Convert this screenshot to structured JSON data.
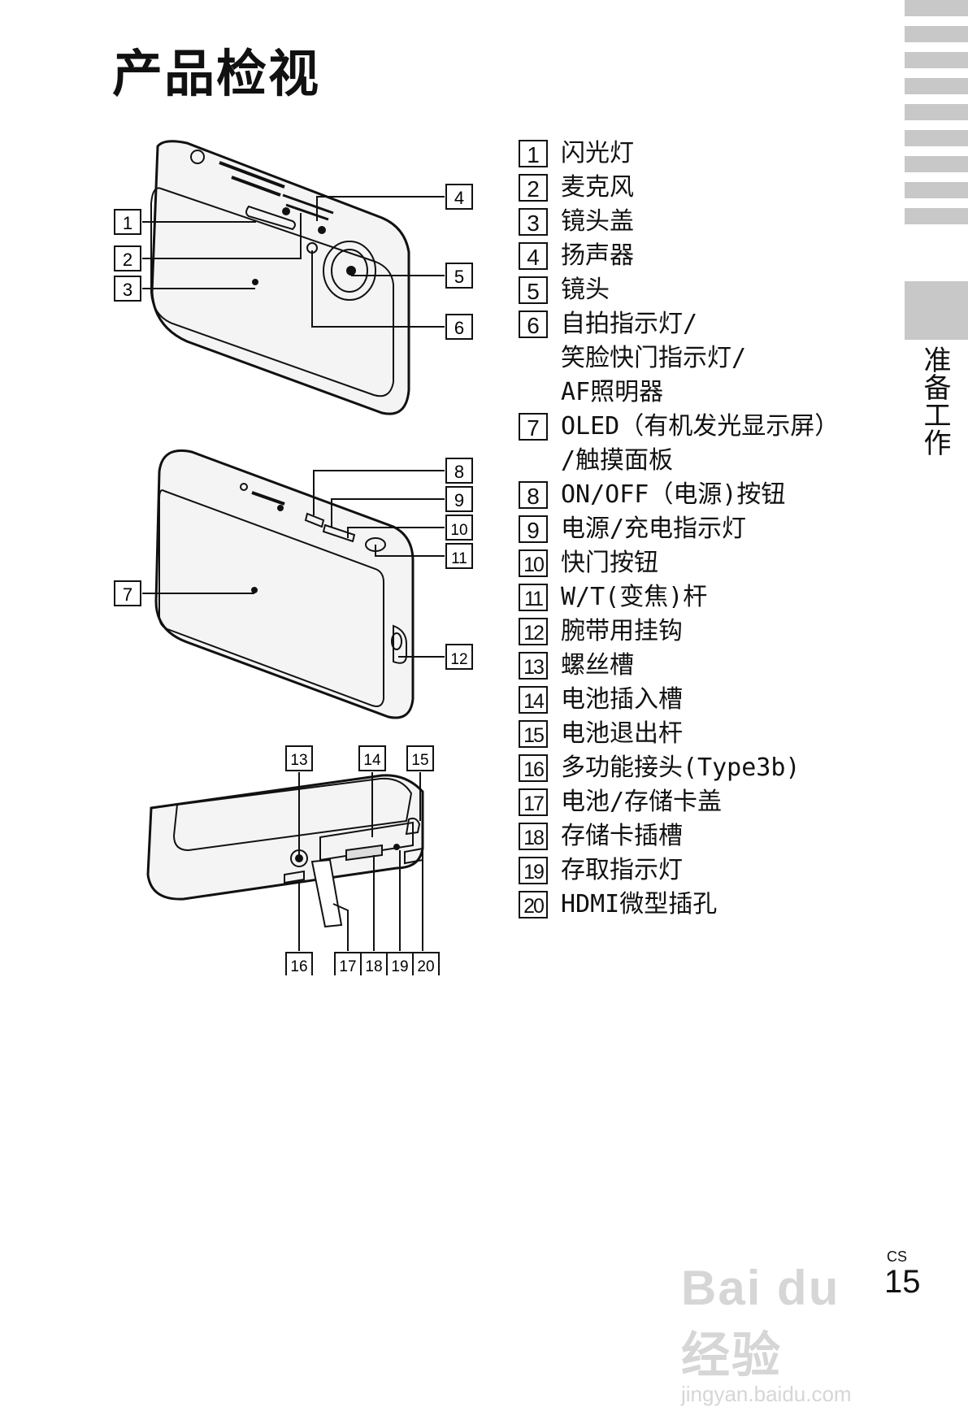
{
  "page": {
    "title": "产品检视",
    "section_label": "准备工作",
    "footer_lang": "CS",
    "page_number": "15"
  },
  "parts": [
    {
      "num": "1",
      "label": "闪光灯"
    },
    {
      "num": "2",
      "label": "麦克风"
    },
    {
      "num": "3",
      "label": "镜头盖"
    },
    {
      "num": "4",
      "label": "扬声器"
    },
    {
      "num": "5",
      "label": "镜头"
    },
    {
      "num": "6",
      "label": "自拍指示灯/\n笑脸快门指示灯/\nAF照明器"
    },
    {
      "num": "7",
      "label": "OLED（有机发光显示屏）\n/触摸面板"
    },
    {
      "num": "8",
      "label": "ON/OFF（电源)按钮"
    },
    {
      "num": "9",
      "label": "电源/充电指示灯"
    },
    {
      "num": "10",
      "label": "快门按钮"
    },
    {
      "num": "11",
      "label": "W/T(变焦)杆"
    },
    {
      "num": "12",
      "label": "腕带用挂钩"
    },
    {
      "num": "13",
      "label": "螺丝槽"
    },
    {
      "num": "14",
      "label": "电池插入槽"
    },
    {
      "num": "15",
      "label": "电池退出杆"
    },
    {
      "num": "16",
      "label": "多功能接头(Type3b)"
    },
    {
      "num": "17",
      "label": "电池/存储卡盖"
    },
    {
      "num": "18",
      "label": "存储卡插槽"
    },
    {
      "num": "19",
      "label": "存取指示灯"
    },
    {
      "num": "20",
      "label": "HDMI微型插孔"
    }
  ],
  "callouts": {
    "c1": "1",
    "c2": "2",
    "c3": "3",
    "c4": "4",
    "c5": "5",
    "c6": "6",
    "c7": "7",
    "c8": "8",
    "c9": "9",
    "c10": "10",
    "c11": "11",
    "c12": "12",
    "c13": "13",
    "c14": "14",
    "c15": "15",
    "c16": "16",
    "c17": "17",
    "c18": "18",
    "c19": "19",
    "c20": "20"
  },
  "watermark": {
    "logo": "Bai du 经验",
    "url": "jingyan.baidu.com"
  }
}
